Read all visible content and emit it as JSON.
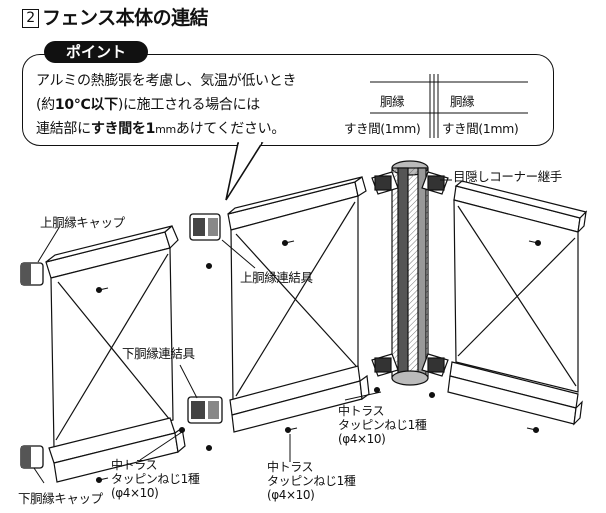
{
  "title": {
    "number": "2",
    "text": "フェンス本体の連結"
  },
  "point": {
    "badge": "ポイント",
    "line1": "アルミの熱膨張を考慮し、気温が低いとき",
    "line2_pre": "(約",
    "line2_bold": "10℃以下",
    "line2_post": ")に施工される場合には",
    "line3_pre": "連結部に",
    "line3_bold": "すき間を1",
    "line3_unit": "mm",
    "line3_post": "あけてください。"
  },
  "gap_diagram": {
    "left_label": "胴縁",
    "right_label": "胴縁",
    "left_gap": "すき間(1mm)",
    "right_gap": "すき間(1mm)"
  },
  "labels": {
    "upper_cap": "上胴縁キャップ",
    "lower_cap": "下胴縁キャップ",
    "upper_connector": "上胴縁連結具",
    "lower_connector": "下胴縁連結具",
    "corner_joint": "目隠しコーナー継手",
    "screw1": {
      "l1": "中トラス",
      "l2": "タッピンねじ1種",
      "l3": "(φ4×10)"
    },
    "screw2": {
      "l1": "中トラス",
      "l2": "タッピンねじ1種",
      "l3": "(φ4×10)"
    },
    "screw3": {
      "l1": "中トラス",
      "l2": "タッピンねじ1種",
      "l3": "(φ4×10)"
    }
  }
}
